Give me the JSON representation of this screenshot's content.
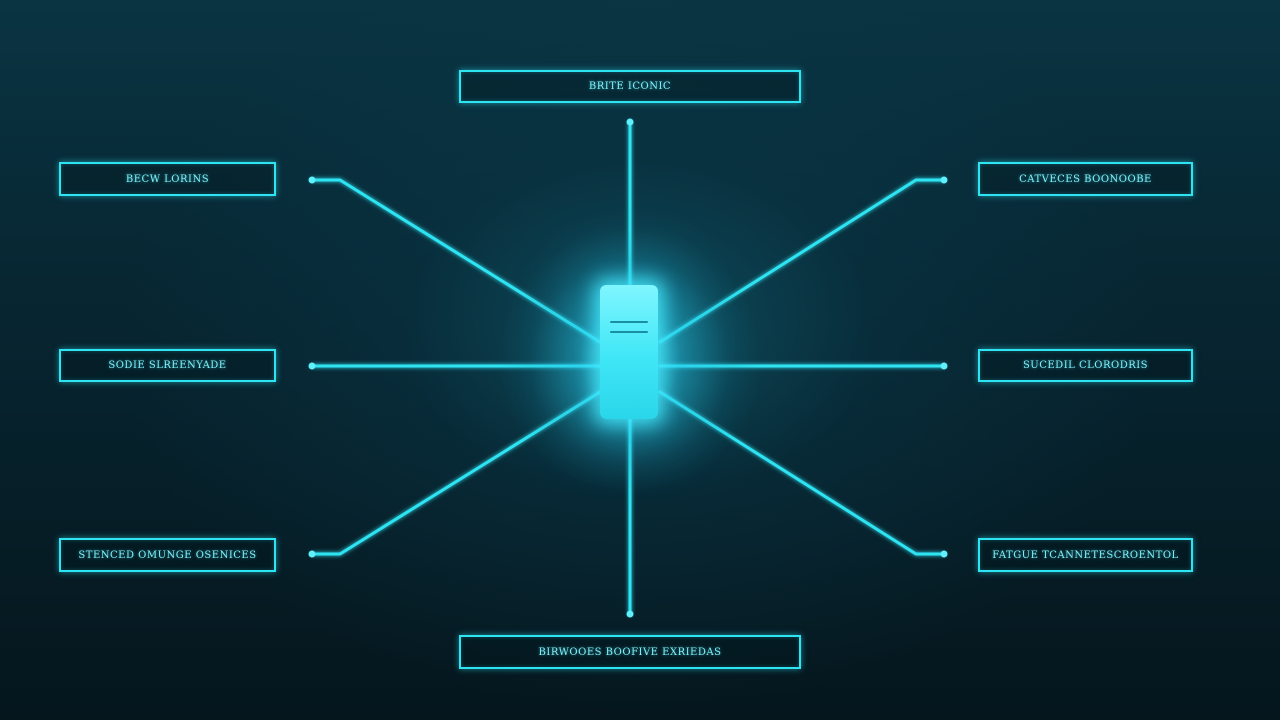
{
  "diagram": {
    "hub": {
      "icon": "server-icon"
    },
    "nodes": [
      {
        "id": "top",
        "label": "BRITE ICONIC"
      },
      {
        "id": "left-top",
        "label": "BECW LORINS"
      },
      {
        "id": "left-mid",
        "label": "SODIE SLREENYADE"
      },
      {
        "id": "left-bottom",
        "label": "STENCED OMUNGE OSENICES"
      },
      {
        "id": "right-top",
        "label": "CATVECES BOONOOBE"
      },
      {
        "id": "right-mid",
        "label": "SUCEDIL CLORODRIS"
      },
      {
        "id": "right-bottom",
        "label": "FATGUE TCANNETESCROENTOL"
      },
      {
        "id": "bottom",
        "label": "BIRWOOES BOOFIVE EXRIEDAS"
      }
    ],
    "colors": {
      "accent": "#2ee3f2",
      "label": "#7ff2fb",
      "background": "#061a22"
    }
  }
}
